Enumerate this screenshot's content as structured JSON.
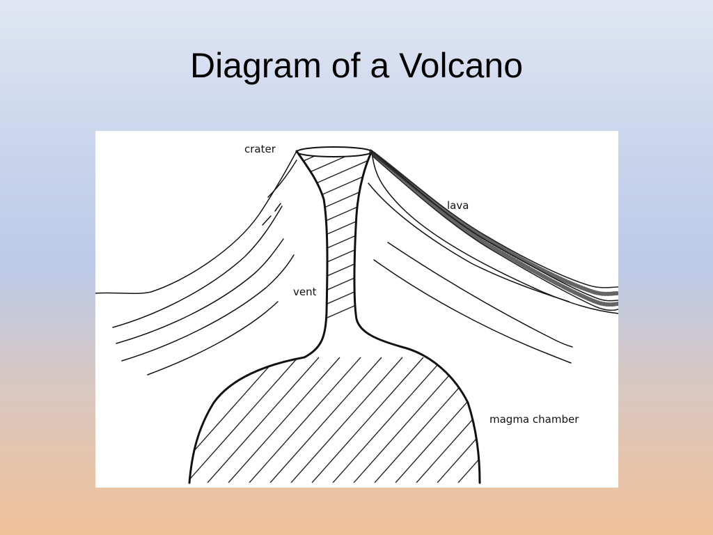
{
  "slide": {
    "title": "Diagram of a Volcano"
  },
  "diagram": {
    "labels": {
      "crater": "crater",
      "lava": "lava",
      "vent": "vent",
      "magma_chamber": "magma chamber"
    }
  }
}
